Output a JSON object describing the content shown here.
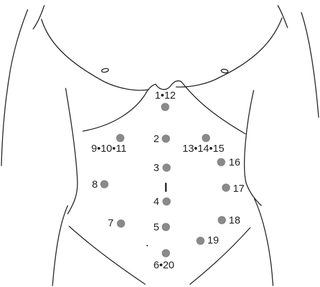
{
  "figure": {
    "labels": {
      "p1_12": "1•12",
      "p2": "2",
      "p3": "3",
      "p4": "4",
      "p5": "5",
      "p6_20": "6•20",
      "p7": "7",
      "p8": "8",
      "p9_10_11": "9•10•11",
      "p13_14_15": "13•14•15",
      "p16": "16",
      "p17": "17",
      "p18": "18",
      "p19": "19"
    },
    "colors": {
      "point": "#8a8a8a",
      "outline": "#222222",
      "background": "#ffffff"
    }
  }
}
